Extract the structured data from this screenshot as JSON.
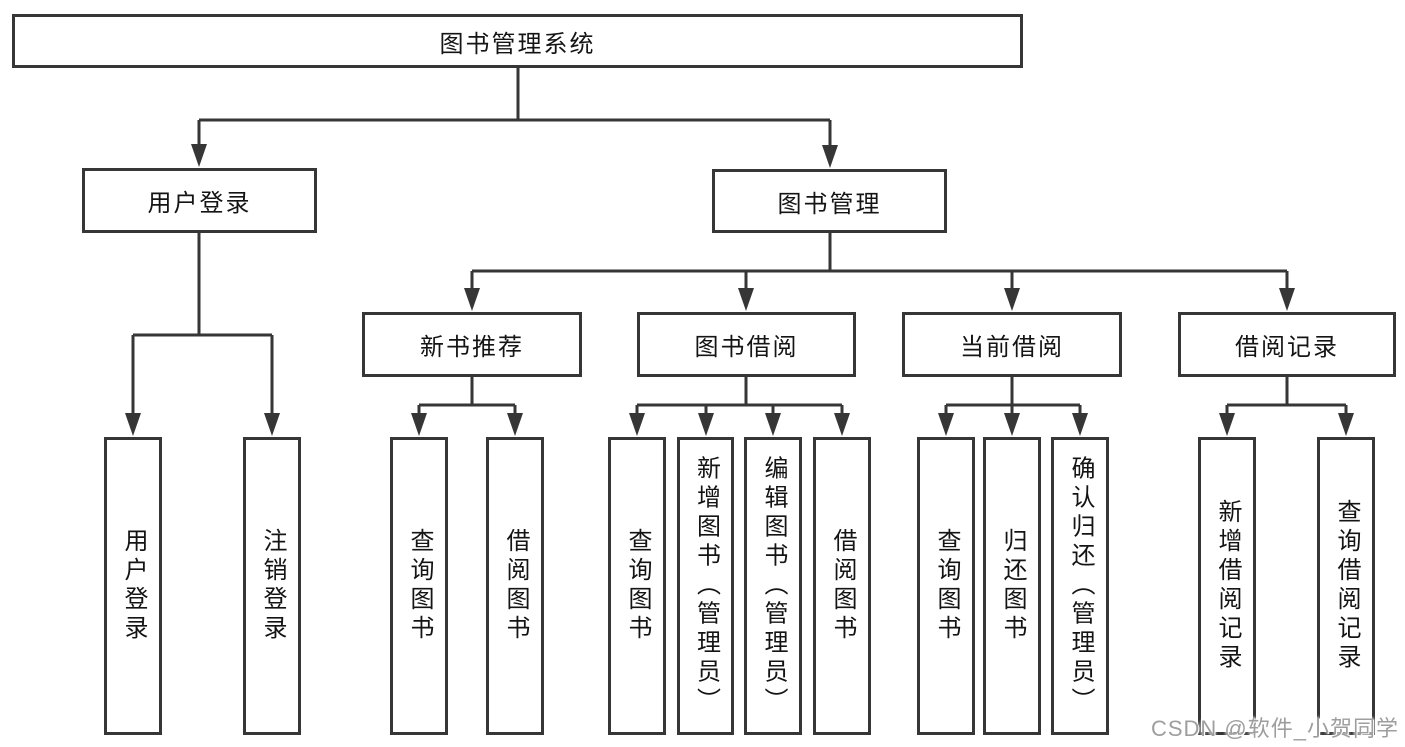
{
  "watermark": "CSDN @软件_小贺同学",
  "colors": {
    "line": "#363636",
    "box_border": "#363636",
    "text": "#141414",
    "watermark": "#9e9e9e",
    "background": "#ffffff"
  },
  "tree": {
    "root": "图书管理系统",
    "branches": [
      {
        "label": "用户登录",
        "leaves": [
          "用户登录",
          "注销登录"
        ]
      },
      {
        "label": "图书管理",
        "children": [
          {
            "label": "新书推荐",
            "leaves": [
              "查询图书",
              "借阅图书"
            ]
          },
          {
            "label": "图书借阅",
            "leaves": [
              "查询图书",
              "新增图书（管理员）",
              "编辑图书（管理员）",
              "借阅图书"
            ]
          },
          {
            "label": "当前借阅",
            "leaves": [
              "查询图书",
              "归还图书",
              "确认归还（管理员）"
            ]
          },
          {
            "label": "借阅记录",
            "leaves": [
              "新增借阅记录",
              "查询借阅记录"
            ]
          }
        ]
      }
    ]
  }
}
